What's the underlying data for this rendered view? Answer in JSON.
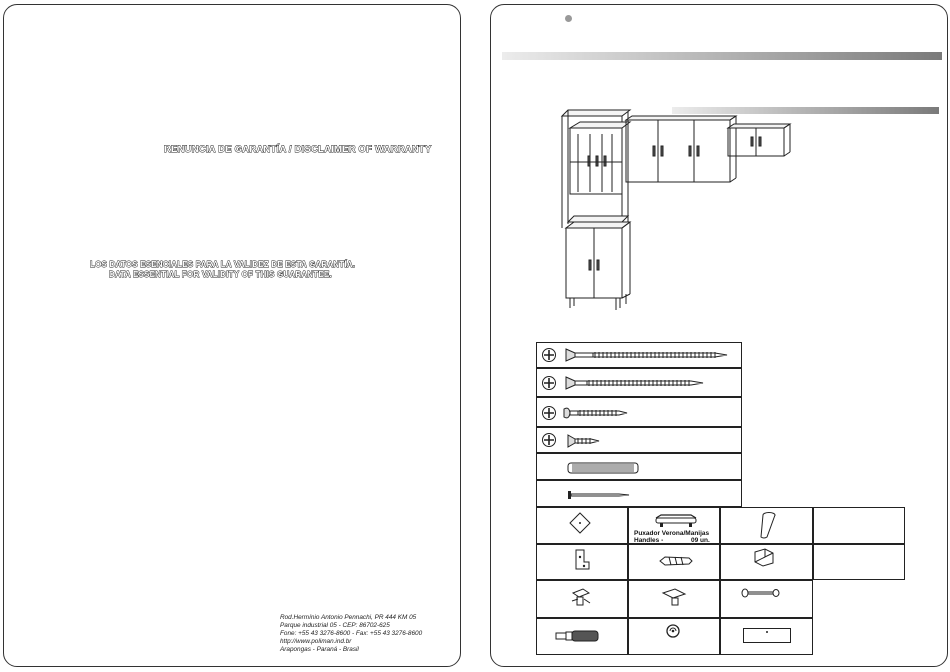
{
  "left_page": {
    "warranty_heading": "RENUNCIA DE GARANTÍA / DISCLAIMER OF WARRANTY",
    "essential_data_line1": "LOS DATOS ESENCIALES PARA LA VALIDEZ DE ESTA GARANTÍA.",
    "essential_data_line2": "DATA ESSENTIAL FOR VALIDITY OF THIS GUARANTEE.",
    "address": [
      "Rod.Hermínio Antonio Pennachi, PR 444 KM 05",
      "Parque industrial 05 - CEP: 86702-625",
      "Fone: +55 43 3276-8600 - Fax: +55 43 3276-8600",
      "http://www.poliman.ind.br",
      "Arapongas - Paraná - Brasil"
    ]
  },
  "right_page": {
    "handle_label_line1": "Puxador Verona/Manijas",
    "handle_label_line2": "Handles -",
    "handle_qty": "09 un."
  }
}
